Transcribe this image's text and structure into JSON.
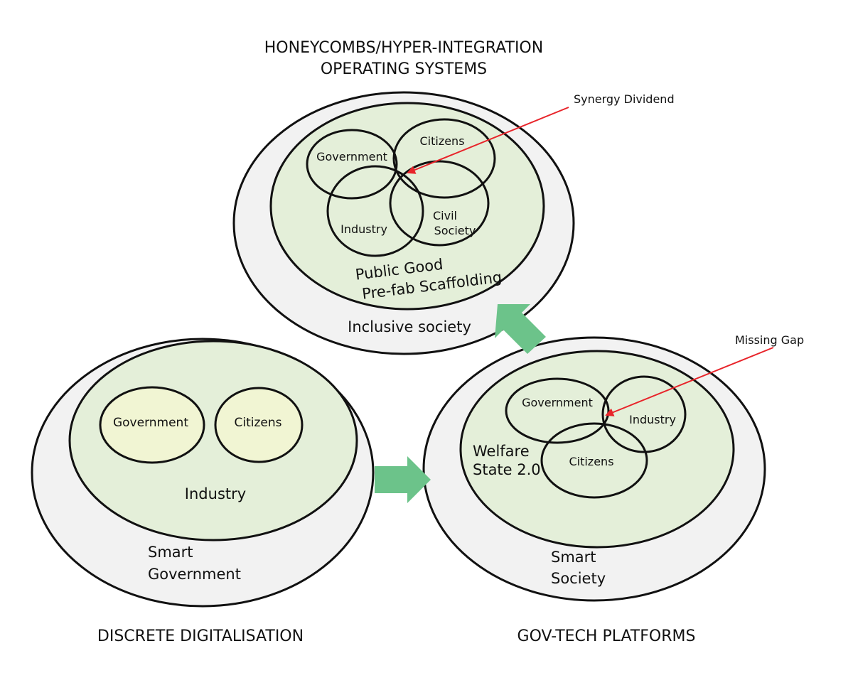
{
  "colors": {
    "outer_fill": "#f2f2f2",
    "inner_fill": "#e4efd9",
    "entity_fill": "#f1f5d3",
    "stroke": "#111111",
    "pointer": "#e8242a",
    "flow_arrow": "#6cc38a"
  },
  "top": {
    "heading_line1": "HONEYCOMBS/HYPER-INTEGRATION",
    "heading_line2": "OPERATING SYSTEMS",
    "entity_government": "Government",
    "entity_citizens": "Citizens",
    "entity_industry": "Industry",
    "entity_civil_line1": "Civil",
    "entity_civil_line2": "Society",
    "scaffold_line1": "Public Good",
    "scaffold_line2": "Pre-fab Scaffolding",
    "outer_label": "Inclusive society",
    "pointer_label": "Synergy Dividend"
  },
  "left": {
    "entity_government": "Government",
    "entity_citizens": "Citizens",
    "inner_label": "Industry",
    "outer_label_line1": "Smart",
    "outer_label_line2": "Government",
    "caption": "DISCRETE DIGITALISATION"
  },
  "right": {
    "entity_government": "Government",
    "entity_industry": "Industry",
    "entity_citizens": "Citizens",
    "inner_label_line1": "Welfare",
    "inner_label_line2": "State 2.0",
    "outer_label_line1": "Smart",
    "outer_label_line2": "Society",
    "pointer_label": "Missing Gap",
    "caption": "GOV-TECH PLATFORMS"
  }
}
